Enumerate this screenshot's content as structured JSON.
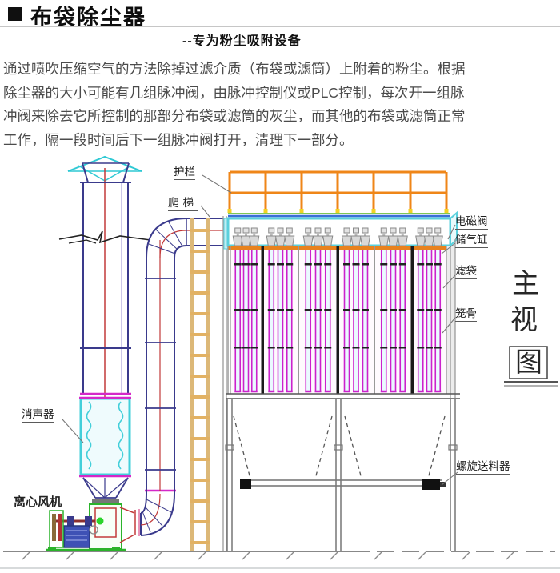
{
  "header": {
    "title": "布袋除尘器",
    "subtitle": "--专为粉尘吸附设备"
  },
  "paragraph": {
    "lines": [
      "通过喷吹压缩空气的方法除掉过滤介质（布袋或滤筒）上附着的粉尘。根据",
      "除尘器的大小可能有几组脉冲阀，由脉冲控制仪或PLC控制，每次开一组脉",
      "冲阀来除去它所控制的那部分布袋或滤筒的灰尘，而其他的布袋或滤筒正常",
      "工作，隔一段时间后下一组脉冲阀打开，清理下一部分。"
    ]
  },
  "diagram": {
    "labels": {
      "guardrail": "护栏",
      "ladder": "爬梯",
      "solenoid_valve": "电磁阀",
      "air_tank": "储气缸",
      "filter_bag": "滤袋",
      "cage": "笼骨",
      "muffler": "消声器",
      "centrifugal_fan": "离心风机",
      "screw_conveyor": "螺旋送料器"
    },
    "view_title_chars": {
      "c1": "主",
      "c2": "视",
      "c3": "图"
    },
    "counts": {
      "sections": 6,
      "bags_per_section": 3
    },
    "colors": {
      "guardrail": "#ef8618",
      "plenum_cyan": "#5ad0dc",
      "bag_magenta": "#cc22cc",
      "duct_navy": "#3a3a8c",
      "centerline_red": "#c23a3a",
      "muffler_cyan": "#43cfda",
      "ladder_tan": "#dcb878",
      "fan_green": "#2bb32b",
      "motor_blue": "#3f51b5",
      "tubesheet_orange": "#e8821e",
      "flange_magenta": "#d428c8"
    }
  }
}
